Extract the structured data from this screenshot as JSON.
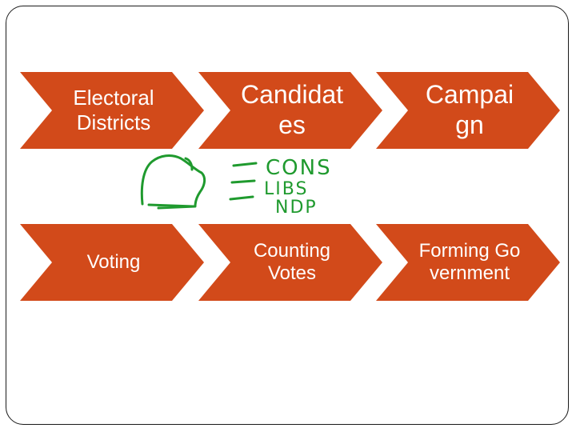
{
  "chevrons": {
    "row1": [
      {
        "label": "Electoral\nDistricts"
      },
      {
        "label": "Candidates"
      },
      {
        "label": "Campaign"
      }
    ],
    "row2": [
      {
        "label": "Voting"
      },
      {
        "label": "Counting Votes"
      },
      {
        "label": "Forming Government"
      }
    ]
  },
  "handwriting": {
    "parties": [
      "CONS",
      "LIBS",
      "NDP"
    ]
  },
  "colors": {
    "chevron_fill": "#d24a1a",
    "chevron_text": "#ffffff",
    "ink": "#1f9a2e"
  }
}
